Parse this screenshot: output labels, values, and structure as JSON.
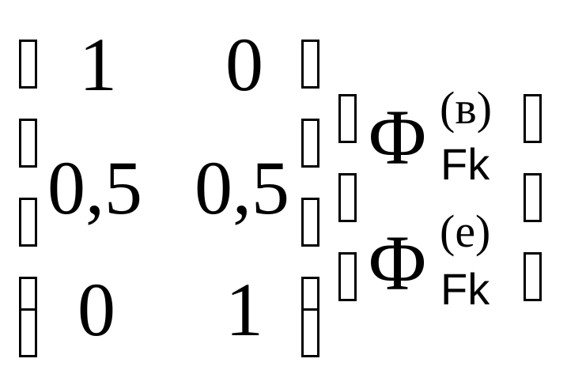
{
  "matrix": {
    "row1": [
      "1",
      "0"
    ],
    "row2": [
      "0,5",
      "0,5"
    ],
    "row3": [
      "0",
      "1"
    ]
  },
  "vector": {
    "top": {
      "symbol": "Φ",
      "superscript": "(в)",
      "subscript": "Fk"
    },
    "bottom": {
      "symbol": "Φ",
      "superscript": "(e)",
      "subscript": "Fk"
    }
  },
  "placeholder_glyph": "missing-glyph-box"
}
